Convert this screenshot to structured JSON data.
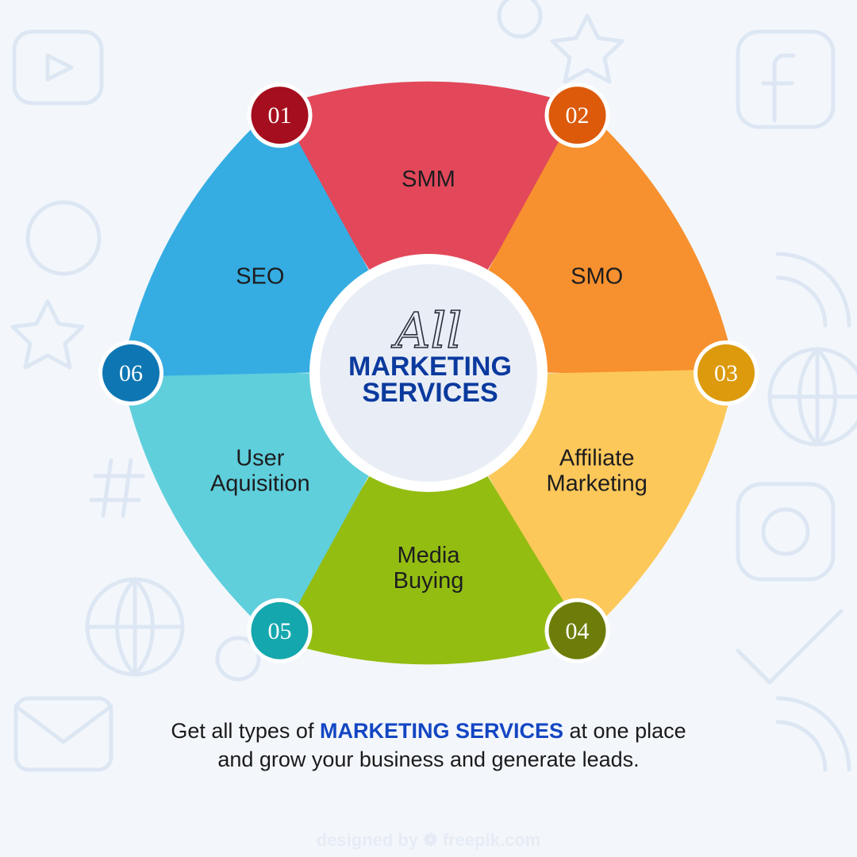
{
  "center": {
    "script_text": "All",
    "title_line1": "MARKETING",
    "title_line2": "SERVICES"
  },
  "segments": [
    {
      "number": "01",
      "lines": [
        "SMM"
      ],
      "color": "#e2485a",
      "badge_color": "#a50e1e"
    },
    {
      "number": "02",
      "lines": [
        "SMO"
      ],
      "color": "#f7902e",
      "badge_color": "#dc5a0a"
    },
    {
      "number": "03",
      "lines": [
        "Affiliate",
        "Marketing"
      ],
      "color": "#fdc85a",
      "badge_color": "#dc9a0c"
    },
    {
      "number": "04",
      "lines": [
        "Media",
        "Buying"
      ],
      "color": "#94bd12",
      "badge_color": "#6e7d0a"
    },
    {
      "number": "05",
      "lines": [
        "User",
        "Aquisition"
      ],
      "color": "#5fcfdc",
      "badge_color": "#14a7ad"
    },
    {
      "number": "06",
      "lines": [
        "SEO"
      ],
      "color": "#35ade2",
      "badge_color": "#0e77b3"
    }
  ],
  "footer": {
    "prefix": "Get all types of ",
    "highlight": "MARKETING SERVICES",
    "suffix": " at one place",
    "line2": "and grow your business and generate leads."
  },
  "credit": "designed by ❁ freepik.com",
  "colors": {
    "center_fill": "#e9eef6",
    "title_blue": "#0b3a9e",
    "highlight_blue": "#1346c3",
    "background": "#f3f7fc"
  }
}
